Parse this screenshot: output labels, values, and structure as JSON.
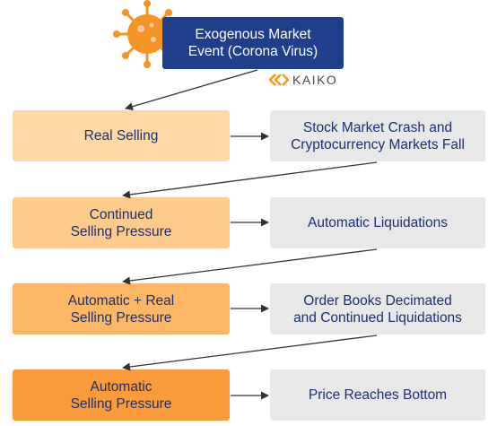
{
  "top_event": {
    "line1": "Exogenous Market",
    "line2": "Event (Corona Virus)"
  },
  "brand": {
    "name": "KAIKO",
    "color": "#f29a1f"
  },
  "virus_icon": {
    "icon": "virus-icon",
    "color": "#f39425"
  },
  "colors": {
    "top_box": "#1f3e8c",
    "text": "#1e2f72",
    "effect_box": "#e8e8e8",
    "arrow": "#333333"
  },
  "rows": [
    {
      "cause": {
        "line1": "Real Selling",
        "line2": ""
      },
      "effect": {
        "line1": "Stock Market Crash and",
        "line2": "Cryptocurrency Markets Fall"
      },
      "cause_color": "#fdd9a6"
    },
    {
      "cause": {
        "line1": "Continued",
        "line2": "Selling Pressure"
      },
      "effect": {
        "line1": "Automatic Liquidations",
        "line2": ""
      },
      "cause_color": "#fdcb8c"
    },
    {
      "cause": {
        "line1": "Automatic + Real",
        "line2": "Selling Pressure"
      },
      "effect": {
        "line1": "Order Books Decimated",
        "line2": "and Continued Liquidations"
      },
      "cause_color": "#fbb666"
    },
    {
      "cause": {
        "line1": "Automatic",
        "line2": "Selling Pressure"
      },
      "effect": {
        "line1": "Price Reaches Bottom",
        "line2": ""
      },
      "cause_color": "#f99b3a"
    }
  ]
}
